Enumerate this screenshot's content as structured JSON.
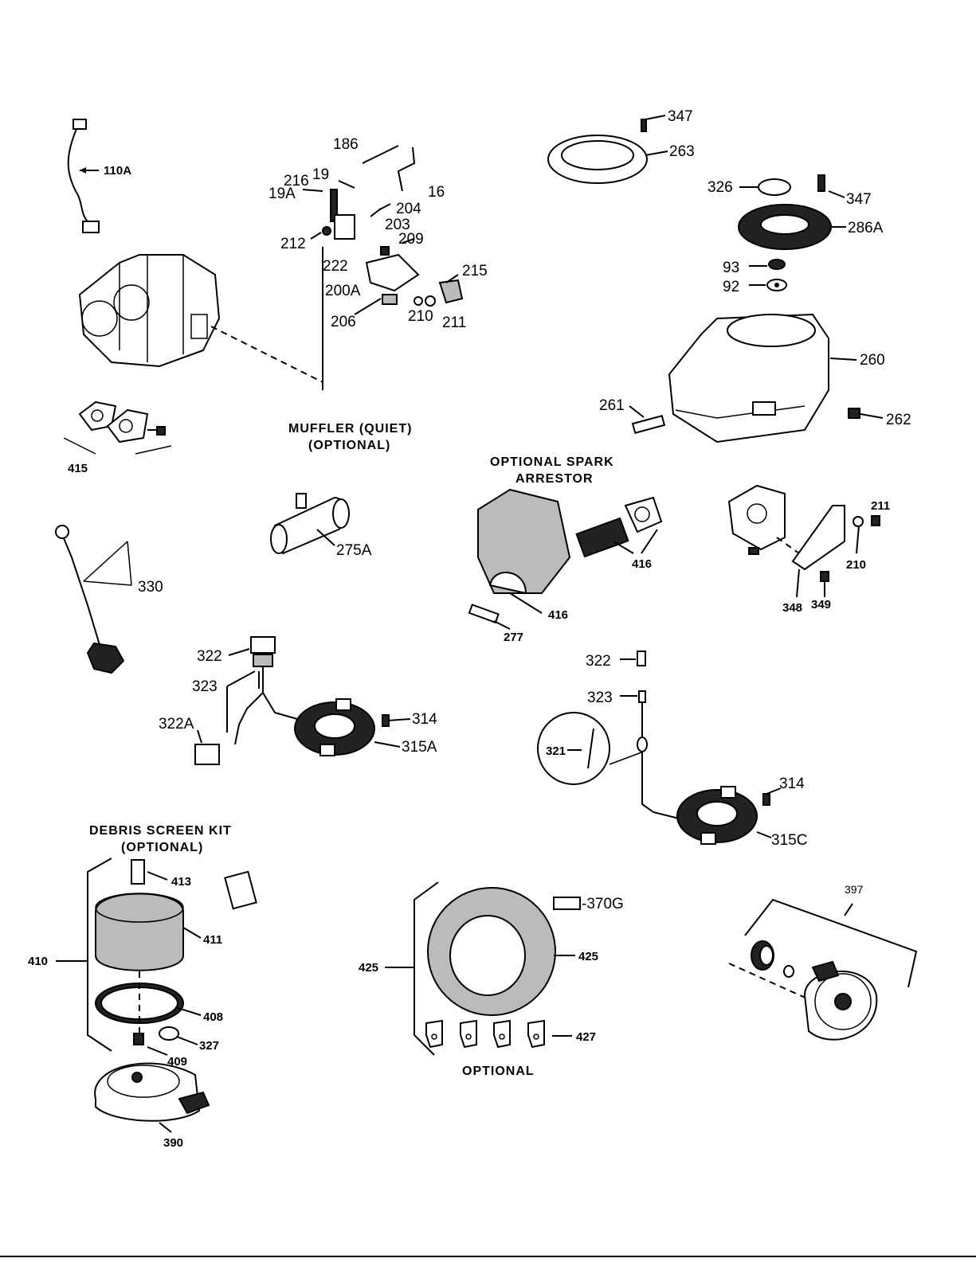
{
  "titles": {
    "muffler_line1": "MUFFLER (QUIET)",
    "muffler_line2": "(OPTIONAL)",
    "spark_line1": "OPTIONAL SPARK",
    "spark_line2": "ARRESTOR",
    "debris_line1": "DEBRIS SCREEN KIT",
    "debris_line2": "(OPTIONAL)",
    "optional": "OPTIONAL"
  },
  "labels": {
    "p110A": "110A",
    "p186": "186",
    "p19": "19",
    "p216": "216",
    "p19A": "19A",
    "p16": "16",
    "p204": "204",
    "p203": "203",
    "p212": "212",
    "p209": "209",
    "p222": "222",
    "p215": "215",
    "p200A": "200A",
    "p206": "206",
    "p210a": "210",
    "p211a": "211",
    "p415": "415",
    "p347a": "347",
    "p263": "263",
    "p326": "326",
    "p347b": "347",
    "p286A": "286A",
    "p93": "93",
    "p92": "92",
    "p260": "260",
    "p261": "261",
    "p262": "262",
    "p275A": "275A",
    "p416a": "416",
    "p416b": "416",
    "p277": "277",
    "p211b": "211",
    "p210b": "210",
    "p348": "348",
    "p349": "349",
    "p330": "330",
    "p322a": "322",
    "p323a": "323",
    "p322A": "322A",
    "p314a": "314",
    "p315A": "315A",
    "p322b": "322",
    "p323b": "323",
    "p321": "321",
    "p314b": "314",
    "p315C": "315C",
    "p413": "413",
    "p411": "411",
    "p410": "410",
    "p408": "408",
    "p327": "327",
    "p409": "409",
    "p390": "390",
    "p370G": "-370G",
    "p425a": "425",
    "p425b": "425",
    "p427": "427",
    "p397": "397"
  }
}
